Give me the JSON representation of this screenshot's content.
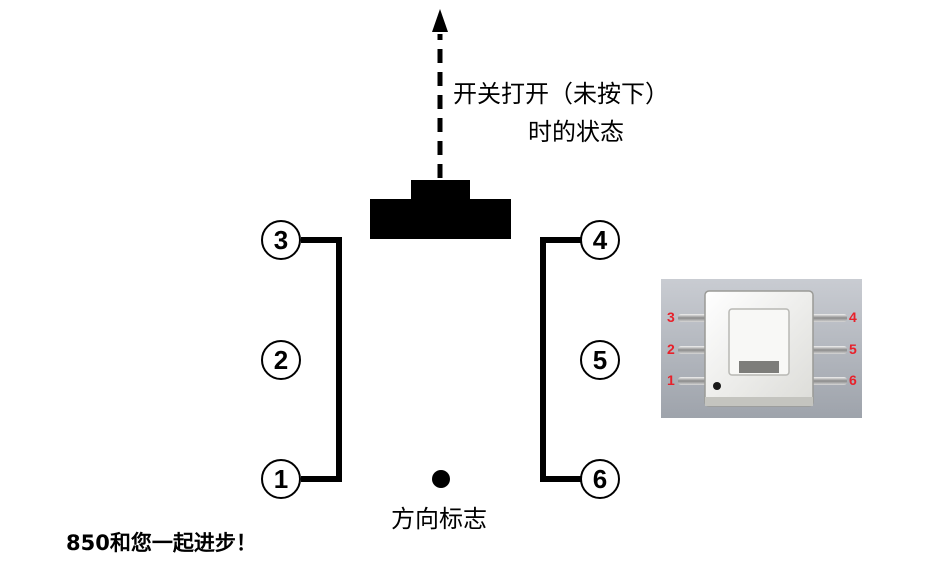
{
  "pins": {
    "p1": "1",
    "p2": "2",
    "p3": "3",
    "p4": "4",
    "p5": "5",
    "p6": "6"
  },
  "captions": {
    "open_line1": "开关打开（未按下）",
    "open_line2": "时的状态",
    "orientation": "方向标志"
  },
  "footer": "850和您一起进步！",
  "photo": {
    "pins_left": [
      "3",
      "2",
      "1"
    ],
    "pins_right": [
      "4",
      "5",
      "6"
    ]
  },
  "colors": {
    "line": "#000000",
    "photo_label": "#e8202a",
    "photo_bg": "#b3b7bf"
  }
}
